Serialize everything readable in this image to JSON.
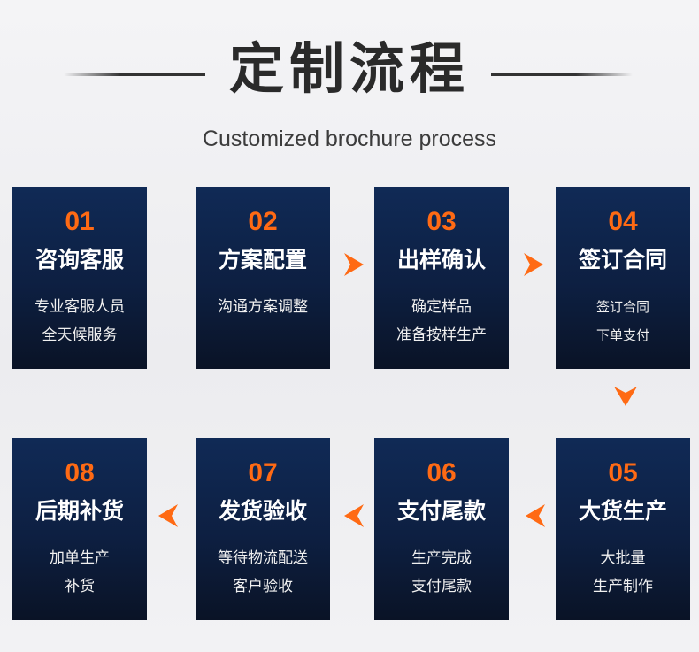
{
  "header": {
    "title": "定制流程",
    "subtitle": "Customized brochure process"
  },
  "steps": [
    {
      "num": "01",
      "name": "咨询客服",
      "lines": [
        "专业客服人员",
        "全天候服务"
      ]
    },
    {
      "num": "02",
      "name": "方案配置",
      "lines": [
        "沟通方案调整"
      ]
    },
    {
      "num": "03",
      "name": "出样确认",
      "lines": [
        "确定样品",
        "准备按样生产"
      ]
    },
    {
      "num": "04",
      "name": "签订合同",
      "lines": [
        "签订合同",
        "下单支付"
      ]
    },
    {
      "num": "05",
      "name": "大货生产",
      "lines": [
        "大批量",
        "生产制作"
      ]
    },
    {
      "num": "06",
      "name": "支付尾款",
      "lines": [
        "生产完成",
        "支付尾款"
      ]
    },
    {
      "num": "07",
      "name": "发货验收",
      "lines": [
        "等待物流配送",
        "客户验收"
      ]
    },
    {
      "num": "08",
      "name": "后期补货",
      "lines": [
        "加单生产",
        "补货"
      ]
    }
  ],
  "colors": {
    "accent": "#ff6a14",
    "card_top": "#102a56",
    "card_bottom": "#0a1326",
    "title": "#2a2a2a"
  },
  "icons": {
    "arrow_right": "triangle-arrow-right",
    "arrow_left": "triangle-arrow-left",
    "arrow_down": "triangle-arrow-down"
  }
}
